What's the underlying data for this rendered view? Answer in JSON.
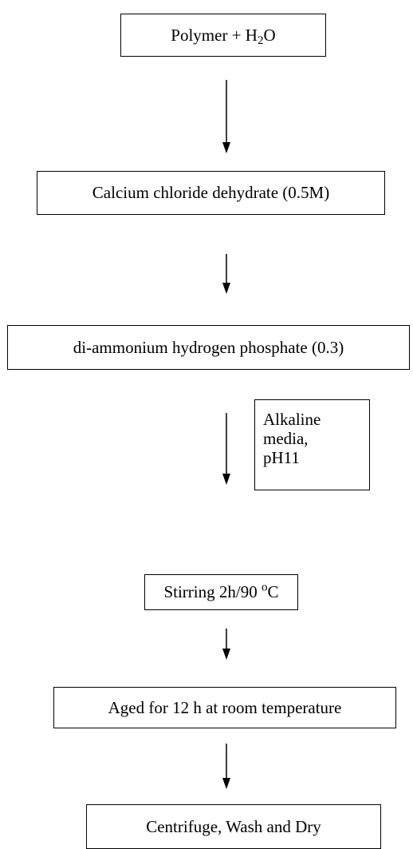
{
  "steps": [
    {
      "id": "step-1",
      "text": "Polymer + H",
      "sub": "2",
      "after": "O"
    },
    {
      "id": "step-2",
      "text": "Calcium chloride dehydrate (0.5M)"
    },
    {
      "id": "step-3",
      "text": "di-ammonium hydrogen phosphate (0.3)"
    },
    {
      "id": "step-4",
      "text": "Stirring 2h/90 ",
      "sup": "o",
      "after": "C"
    },
    {
      "id": "step-5",
      "text": "Aged for 12 h at room temperature"
    },
    {
      "id": "step-6",
      "text": "Centrifuge, Wash and Dry"
    }
  ],
  "condition_note": {
    "lines": [
      "Alkaline",
      "media,",
      "pH11"
    ]
  }
}
